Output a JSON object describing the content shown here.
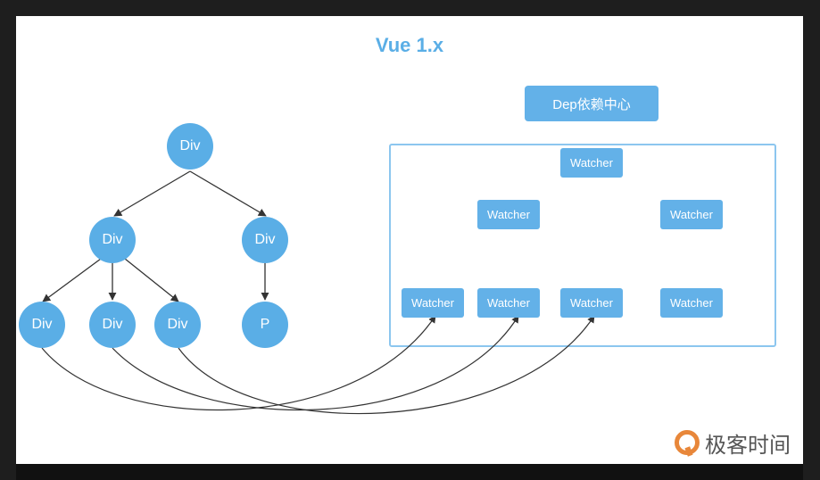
{
  "title": "Vue 1.x",
  "dep_center": {
    "label": "Dep依赖中心"
  },
  "tree_nodes": {
    "root": "Div",
    "left": "Div",
    "right": "Div",
    "left_a": "Div",
    "left_b": "Div",
    "left_c": "Div",
    "right_a": "P"
  },
  "watchers": {
    "top": "Watcher",
    "mid_left": "Watcher",
    "mid_right": "Watcher",
    "bottom_1": "Watcher",
    "bottom_2": "Watcher",
    "bottom_3": "Watcher",
    "bottom_4": "Watcher"
  },
  "watermark": {
    "text": "极客时间"
  },
  "colors": {
    "node": "#5aaee6",
    "watcher": "#63b1e8",
    "panel_border": "#8cc6ef",
    "edge": "#333333",
    "title": "#5aaee6",
    "logo_accent": "#e8873a"
  }
}
